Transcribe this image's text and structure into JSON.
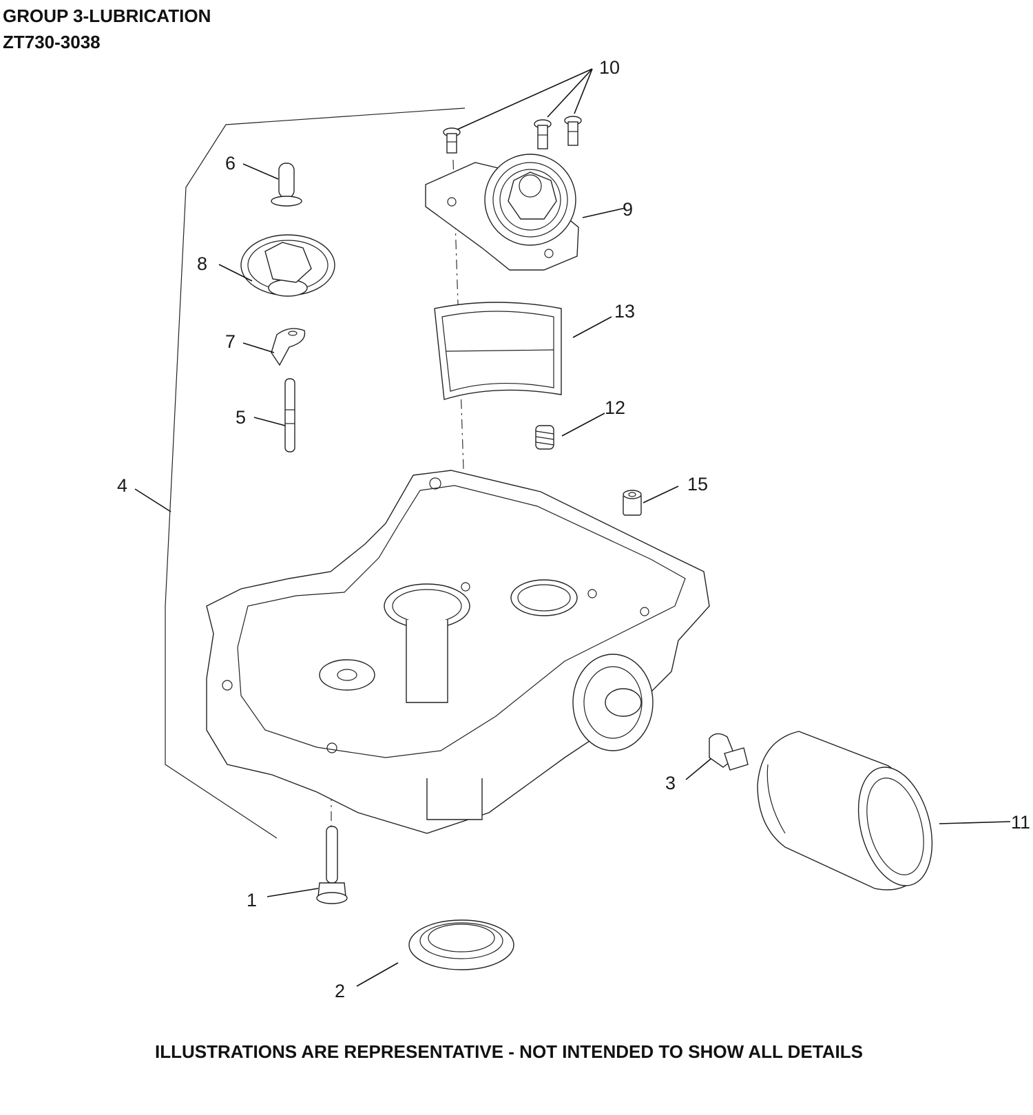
{
  "header": {
    "group_title": "GROUP 3-LUBRICATION",
    "model": "ZT730-3038"
  },
  "callouts": [
    {
      "id": "c1",
      "label": "1"
    },
    {
      "id": "c2",
      "label": "2"
    },
    {
      "id": "c3",
      "label": "3"
    },
    {
      "id": "c4",
      "label": "4"
    },
    {
      "id": "c5",
      "label": "5"
    },
    {
      "id": "c6",
      "label": "6"
    },
    {
      "id": "c7",
      "label": "7"
    },
    {
      "id": "c8",
      "label": "8"
    },
    {
      "id": "c9",
      "label": "9"
    },
    {
      "id": "c10",
      "label": "10"
    },
    {
      "id": "c11",
      "label": "11"
    },
    {
      "id": "c12",
      "label": "12"
    },
    {
      "id": "c13",
      "label": "13"
    },
    {
      "id": "c15",
      "label": "15"
    }
  ],
  "footer": {
    "disclaimer": "ILLUSTRATIONS ARE REPRESENTATIVE - NOT INTENDED TO SHOW ALL DETAILS"
  }
}
